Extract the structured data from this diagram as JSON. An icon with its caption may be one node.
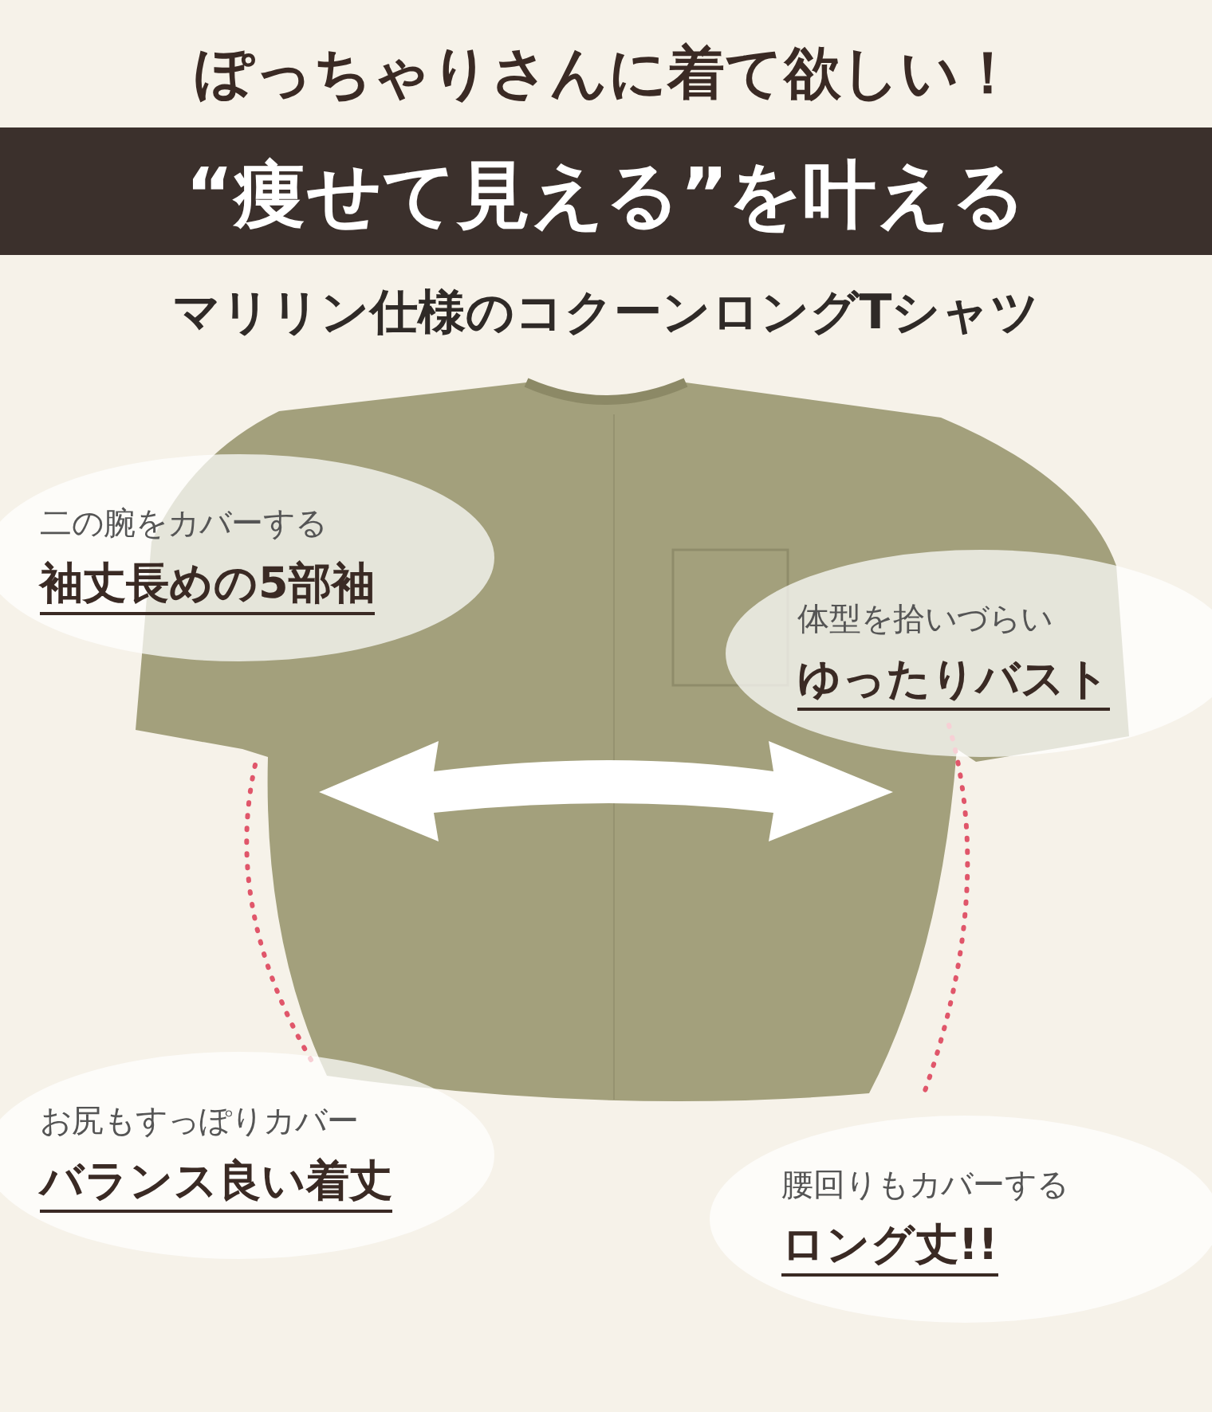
{
  "diagram": {
    "title": "ぽっちゃりさんに着て欲しい！",
    "nodes": [
      {
        "text": [
          "二の腕をカバーする",
          "袖丈長めの5部袖"
        ]
      },
      {
        "text": [
          "体型を拾いづらい",
          "ゆったりバスト"
        ]
      },
      {
        "text": [
          "お尻もすっぽりカバー",
          "バランス良い着丈"
        ]
      },
      {
        "text": [
          "腰回りもカバーする",
          "ロング丈!!"
        ]
      }
    ],
    "labels": [
      "“痩せて見える”を叶える",
      "マリリン仕様のコクーンロングTシャツ"
    ]
  }
}
